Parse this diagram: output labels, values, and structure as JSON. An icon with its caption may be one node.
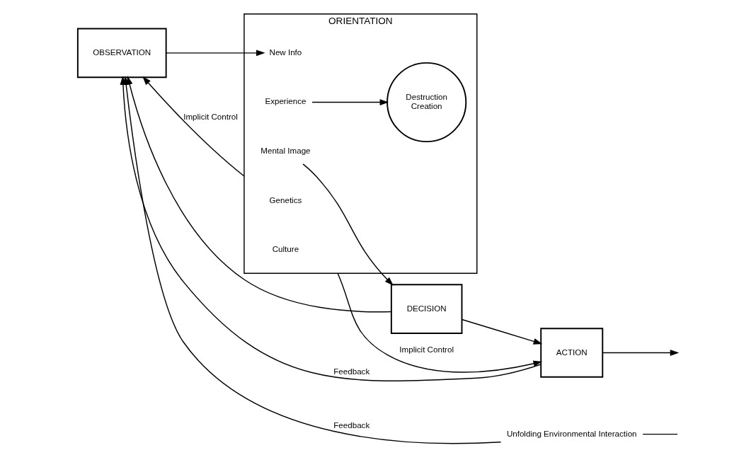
{
  "diagram": {
    "nodes": [
      {
        "text": [
          "OBSERVATION"
        ]
      },
      {
        "text": [
          "ORIENTATION"
        ]
      },
      {
        "text": [
          "New Info"
        ],
        "in": 1
      },
      {
        "text": [
          "Destruction",
          "Creation"
        ],
        "in": 1
      },
      {
        "text": [
          "Mental Image"
        ],
        "in": 1
      },
      {
        "text": [
          "Genetics"
        ],
        "in": 1
      },
      {
        "text": [
          "Experience"
        ],
        "in": 1
      },
      {
        "text": [
          "Culture"
        ],
        "in": 1
      },
      {
        "text": [
          "DECISION"
        ]
      },
      {
        "text": [
          "ACTION"
        ]
      },
      {
        "text": [
          "Unfolding Environmental Interaction"
        ]
      }
    ],
    "edges": [
      {
        "from": 1,
        "to": 0,
        "arrow": "to",
        "label": "Implicit Control"
      },
      {
        "from": 0,
        "to": 2,
        "arrow": "to"
      },
      {
        "from": 6,
        "to": 3,
        "arrow": "to"
      },
      {
        "from": 4,
        "to": 8,
        "arrow": "to"
      },
      {
        "from": 1,
        "to": 9,
        "arrow": "to",
        "label": "Implicit Control"
      },
      {
        "from": 8,
        "to": 9,
        "arrow": "to"
      },
      {
        "from": 9,
        "to": null,
        "arrow": "to"
      },
      {
        "from": 8,
        "to": 0,
        "arrow": "to"
      },
      {
        "from": 9,
        "to": 0,
        "arrow": "to",
        "label": "Feedback"
      },
      {
        "from": 10,
        "to": 0,
        "arrow": "to",
        "label": "Feedback"
      },
      {
        "from": 10,
        "to": null,
        "arrow": "none"
      }
    ]
  }
}
